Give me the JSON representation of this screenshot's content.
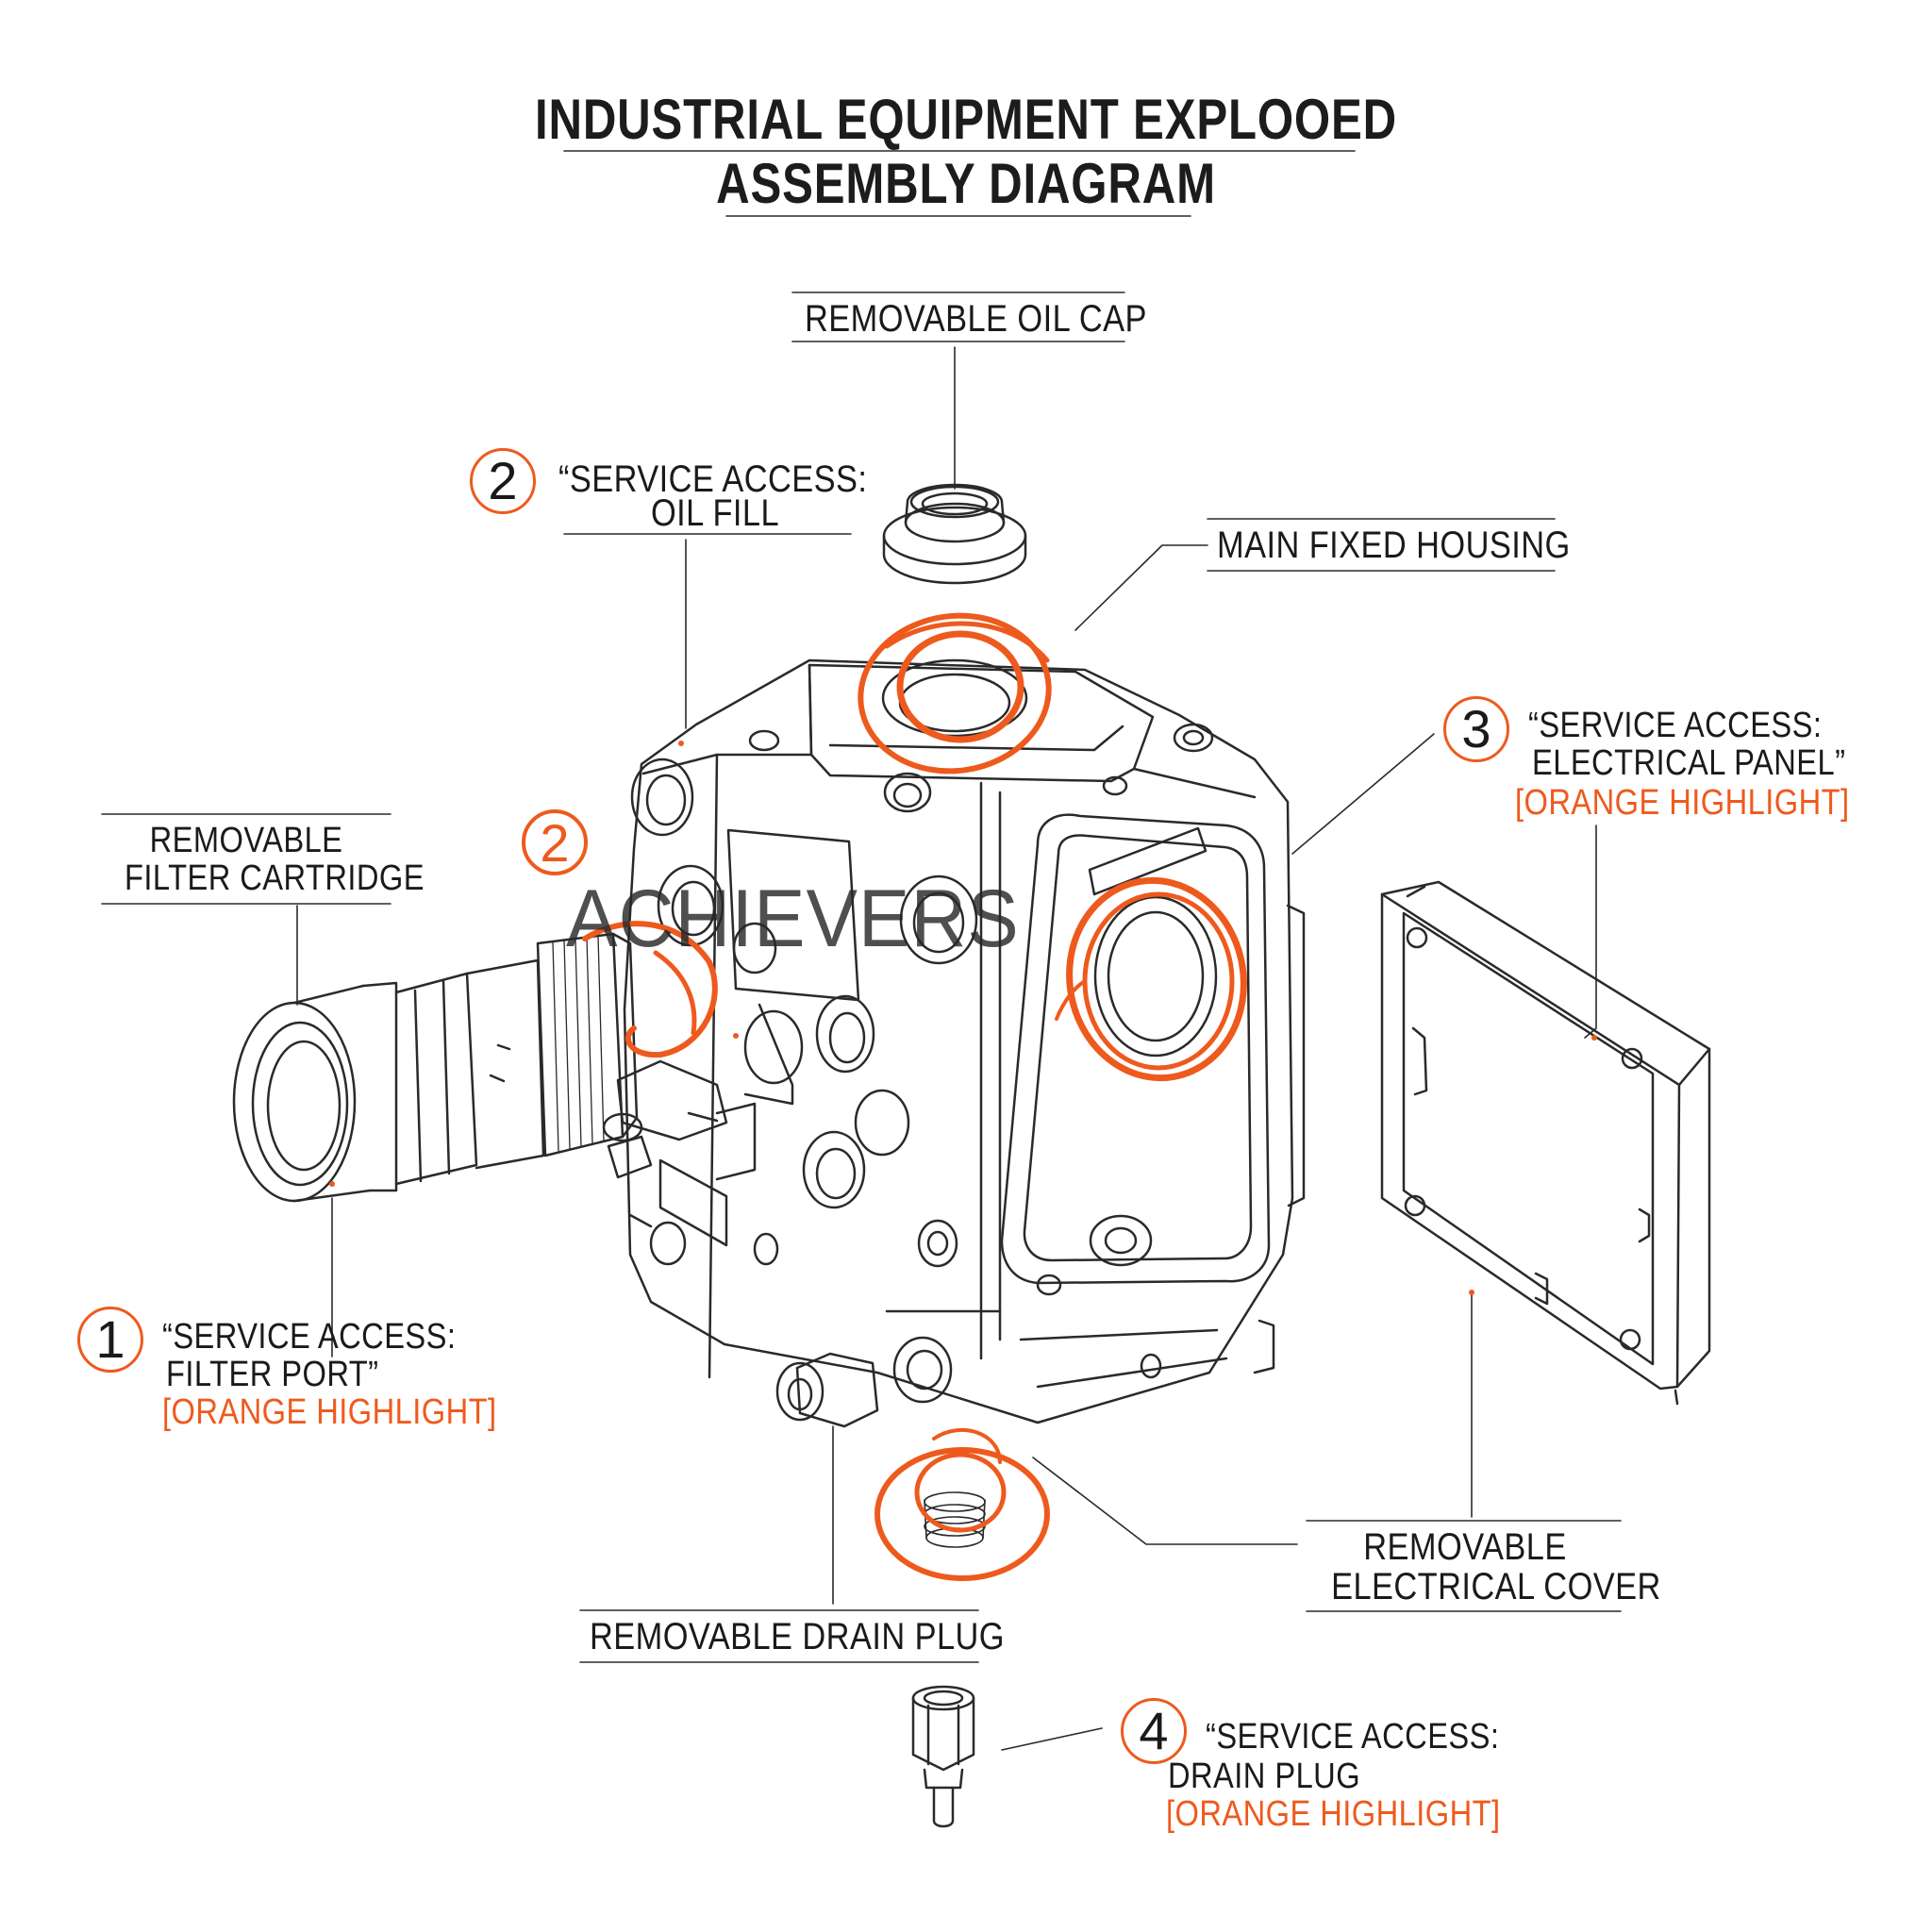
{
  "title": {
    "line1": "INDUSTRIAL EQUIPMENT EXPLOOED",
    "line2": "ASSEMBLY DIAGRAM"
  },
  "watermark": "ACHIEVERS",
  "labels": {
    "oil_cap": "REMOVABLE OIL CAP",
    "main_housing": "MAIN FIXED HOUSING",
    "filter_cartridge_1": "REMOVABLE",
    "filter_cartridge_2": "FILTER CARTRIDGE",
    "drain_plug": "REMOVABLE DRAIN PLUG",
    "electrical_cover_1": "REMOVABLE",
    "electrical_cover_2": "ELECTRICAL COVER"
  },
  "callouts": {
    "oil_fill": {
      "number": "2",
      "line1": "“SERVICE ACCESS:",
      "line2": "OIL FILL"
    },
    "filter_port": {
      "number": "1",
      "line1": "“SERVICE ACCESS:",
      "line2": "FILTER PORT”",
      "line3": "[ORANGE HIGHLIGHT]"
    },
    "electrical_panel": {
      "number": "3",
      "line1": "“SERVICE ACCESS:",
      "line2": "ELECTRICAL PANEL”",
      "line3": "[ORANGE HIGHLIGHT]"
    },
    "drain_plug": {
      "number": "4",
      "line1": "“SERVICE ACCESS:",
      "line2": "DRAIN PLUG",
      "line3": "[ORANGE HIGHLIGHT]"
    },
    "filter_side_marker": {
      "number": "2"
    }
  },
  "colors": {
    "highlight": "#ee5a1d",
    "ink": "#1a1a1a",
    "background": "#ffffff"
  }
}
